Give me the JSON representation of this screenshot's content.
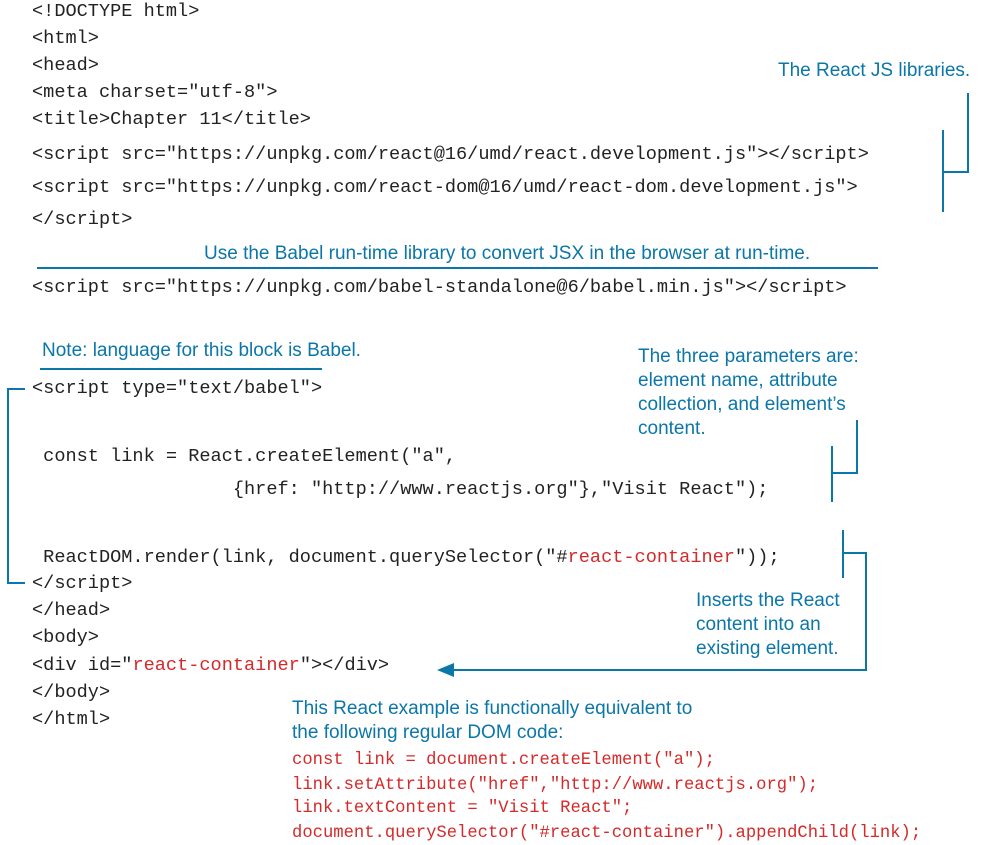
{
  "colors": {
    "annotation": "#0b76a8",
    "highlight": "#d42a2a",
    "code": "#222222"
  },
  "code_lines": [
    "<!DOCTYPE html>",
    "<html>",
    "<head>",
    "<meta charset=\"utf-8\">",
    "<title>Chapter 11</title>",
    "<script src=\"https://unpkg.com/react@16/umd/react.development.js\"></script>",
    "<script src=\"https://unpkg.com/react-dom@16/umd/react-dom.development.js\">",
    "</script>",
    "<script src=\"https://unpkg.com/babel-standalone@6/babel.min.js\"></script>",
    "<script type=\"text/babel\">",
    " const link = React.createElement(\"a\",",
    "                  {href: \"http://www.reactjs.org\"},\"Visit React\");",
    "</script>",
    "</head>",
    "<body>",
    "</body>",
    "</html>"
  ],
  "render_line": {
    "before": " ReactDOM.render(link, document.querySelector(\"#",
    "highlight": "react-container",
    "after": "\"));"
  },
  "div_line": {
    "before": "<div id=\"",
    "highlight": "react-container",
    "after": "\"></div>"
  },
  "annotations": {
    "libraries": "The React JS libraries.",
    "babel": "Use the Babel run-time library to convert JSX in the browser at run-time.",
    "note": "Note: language for this block is Babel.",
    "parameters": "The three parameters are:\nelement name, attribute\ncollection, and element’s\ncontent.",
    "inserts": "Inserts the React\ncontent into an\nexisting element.",
    "equivalent": "This React example is functionally equivalent to\nthe following regular DOM code:"
  },
  "equivalent_code": [
    "const link = document.createElement(\"a\");",
    "link.setAttribute(\"href\",\"http://www.reactjs.org\");",
    "link.textContent = \"Visit React\";",
    "document.querySelector(\"#react-container\").appendChild(link);"
  ]
}
